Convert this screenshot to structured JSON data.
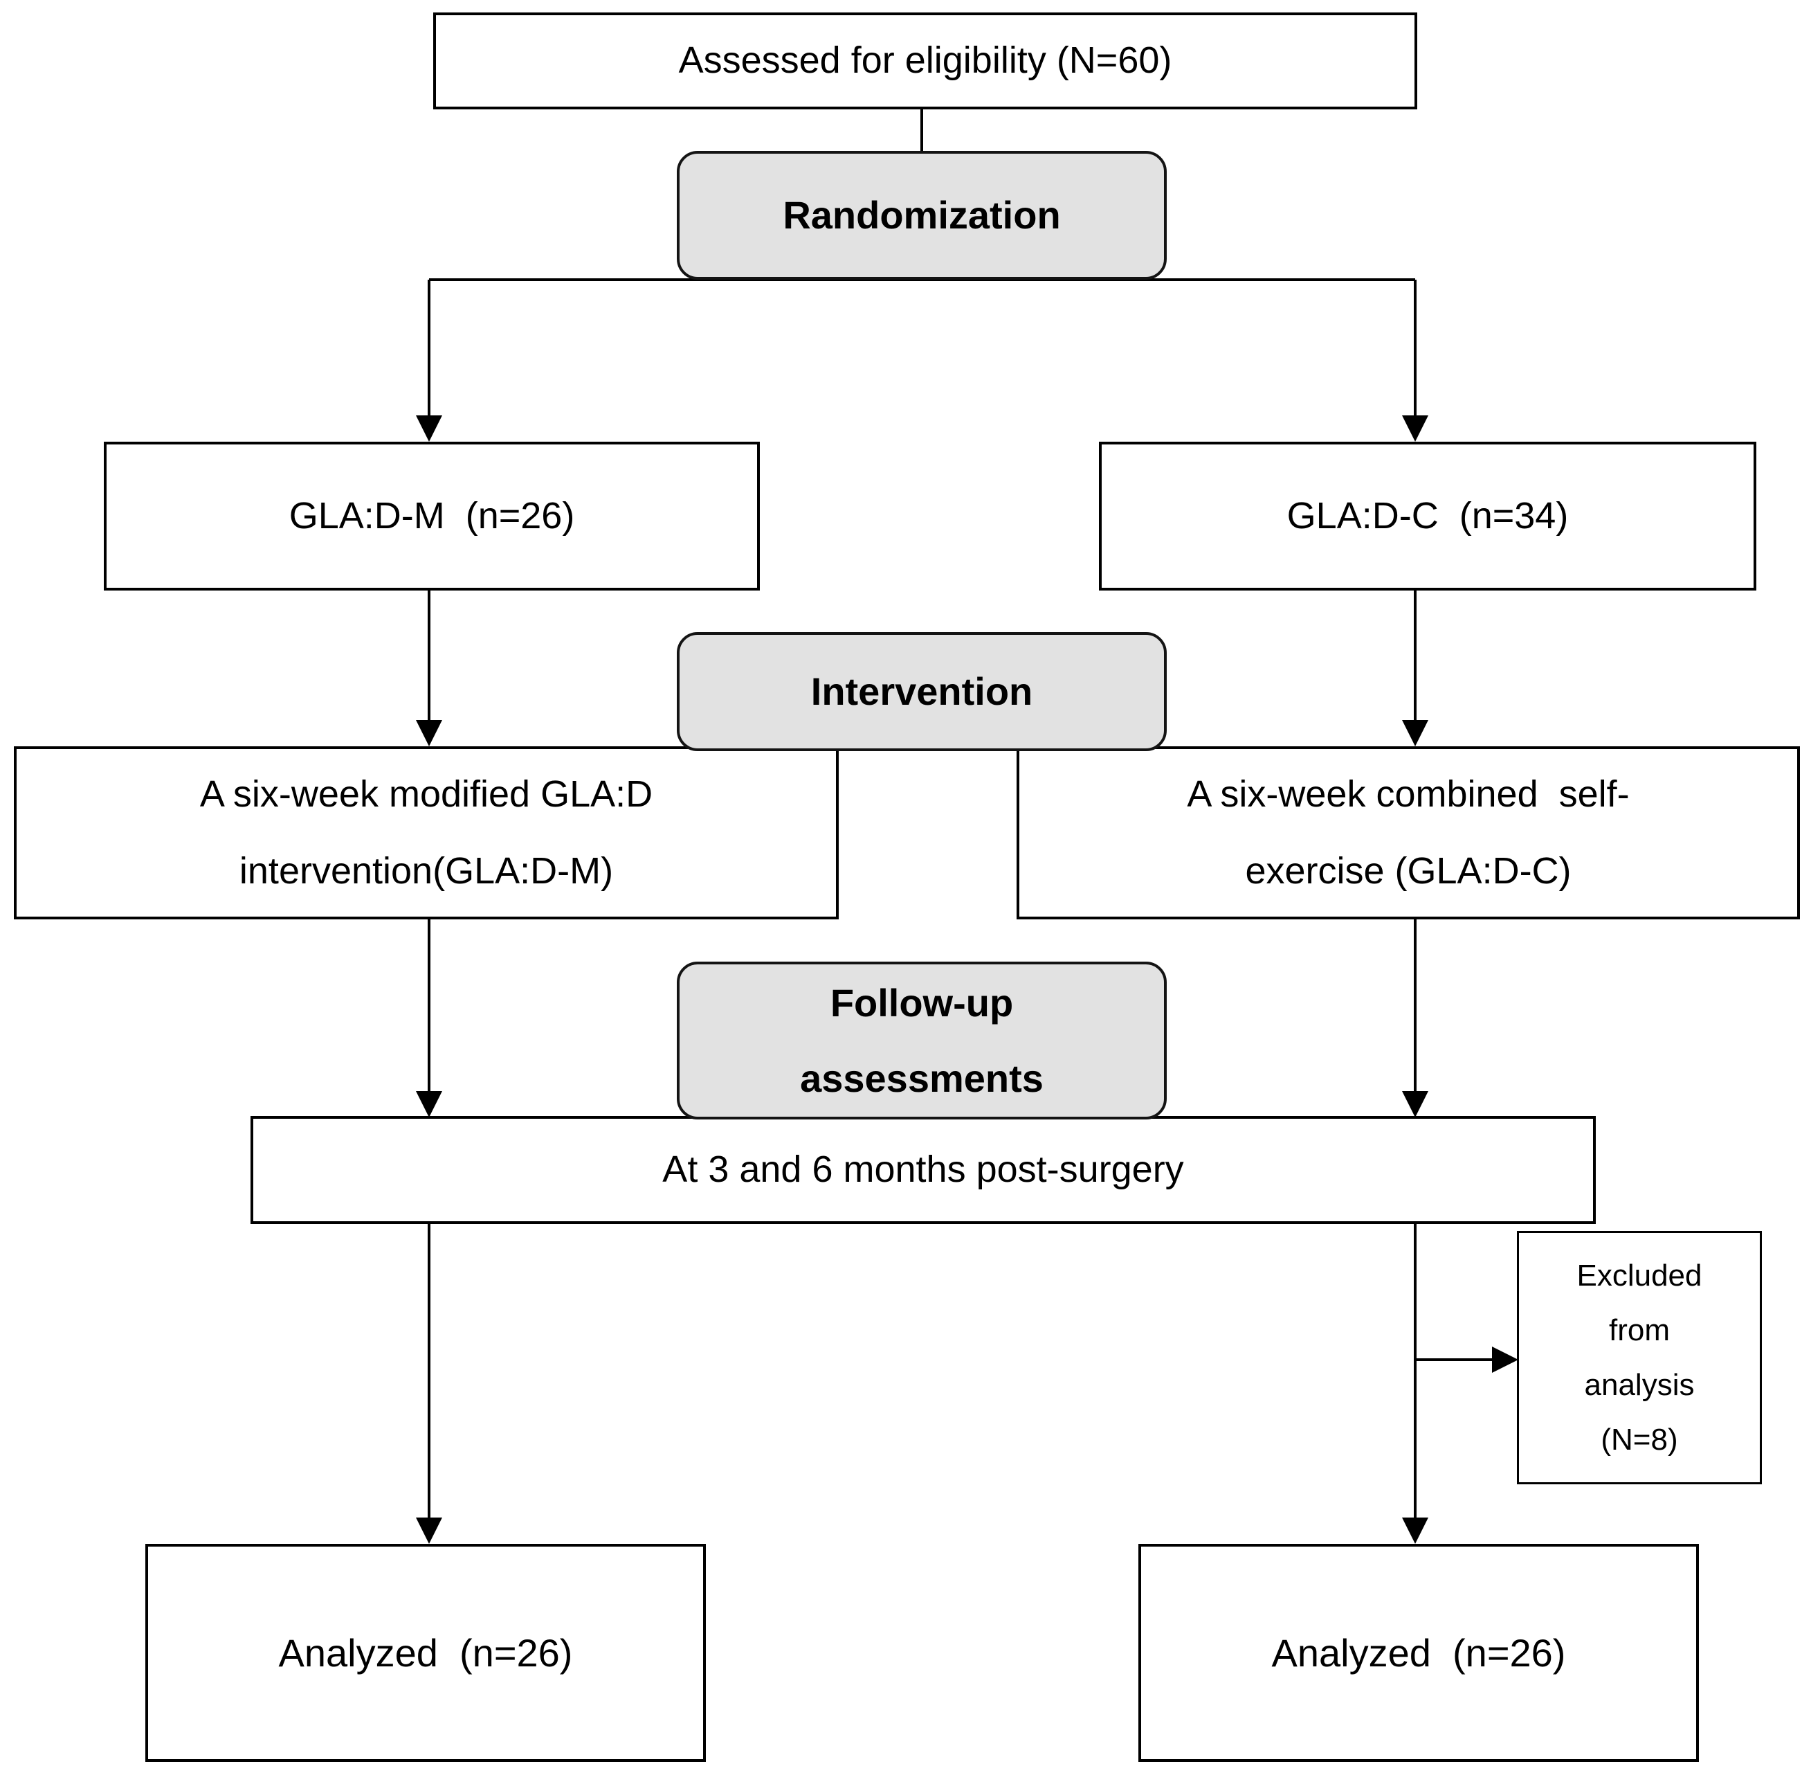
{
  "diagram": {
    "type": "flowchart",
    "nodes": {
      "assessed": "Assessed for eligibility (N=60)",
      "randomization": "Randomization",
      "arm_left": "GLA:D-M  (n=26)",
      "arm_right": "GLA:D-C  (n=34)",
      "intervention": "Intervention",
      "intervention_left": "A six-week modified GLA:D\nintervention(GLA:D-M)",
      "intervention_right": "A six-week combined  self-\nexercise (GLA:D-C)",
      "followup": "Follow-up\nassessments",
      "timepoint": "At 3 and 6 months post-surgery",
      "excluded": "Excluded\nfrom\nanalysis\n(N=8)",
      "analyzed_left": "Analyzed  (n=26)",
      "analyzed_right": "Analyzed  (n=26)"
    },
    "edges": [
      {
        "from": "assessed",
        "to": "randomization",
        "arrow": false
      },
      {
        "from": "randomization",
        "to": "arm_left",
        "arrow": true
      },
      {
        "from": "randomization",
        "to": "arm_right",
        "arrow": true
      },
      {
        "from": "arm_left",
        "to": "intervention_left",
        "arrow": true
      },
      {
        "from": "arm_right",
        "to": "intervention_right",
        "arrow": true
      },
      {
        "from": "intervention_left",
        "to": "timepoint",
        "arrow": true
      },
      {
        "from": "intervention_right",
        "to": "timepoint",
        "arrow": true
      },
      {
        "from": "timepoint",
        "to": "analyzed_left",
        "arrow": true
      },
      {
        "from": "timepoint",
        "to": "analyzed_right",
        "arrow": true
      },
      {
        "from": "timepoint",
        "to": "excluded",
        "arrow": true,
        "via": "right-branch"
      }
    ],
    "colors": {
      "stage_fill": "#e2e2e2",
      "box_fill": "#ffffff",
      "line": "#000000",
      "text": "#000000"
    }
  }
}
